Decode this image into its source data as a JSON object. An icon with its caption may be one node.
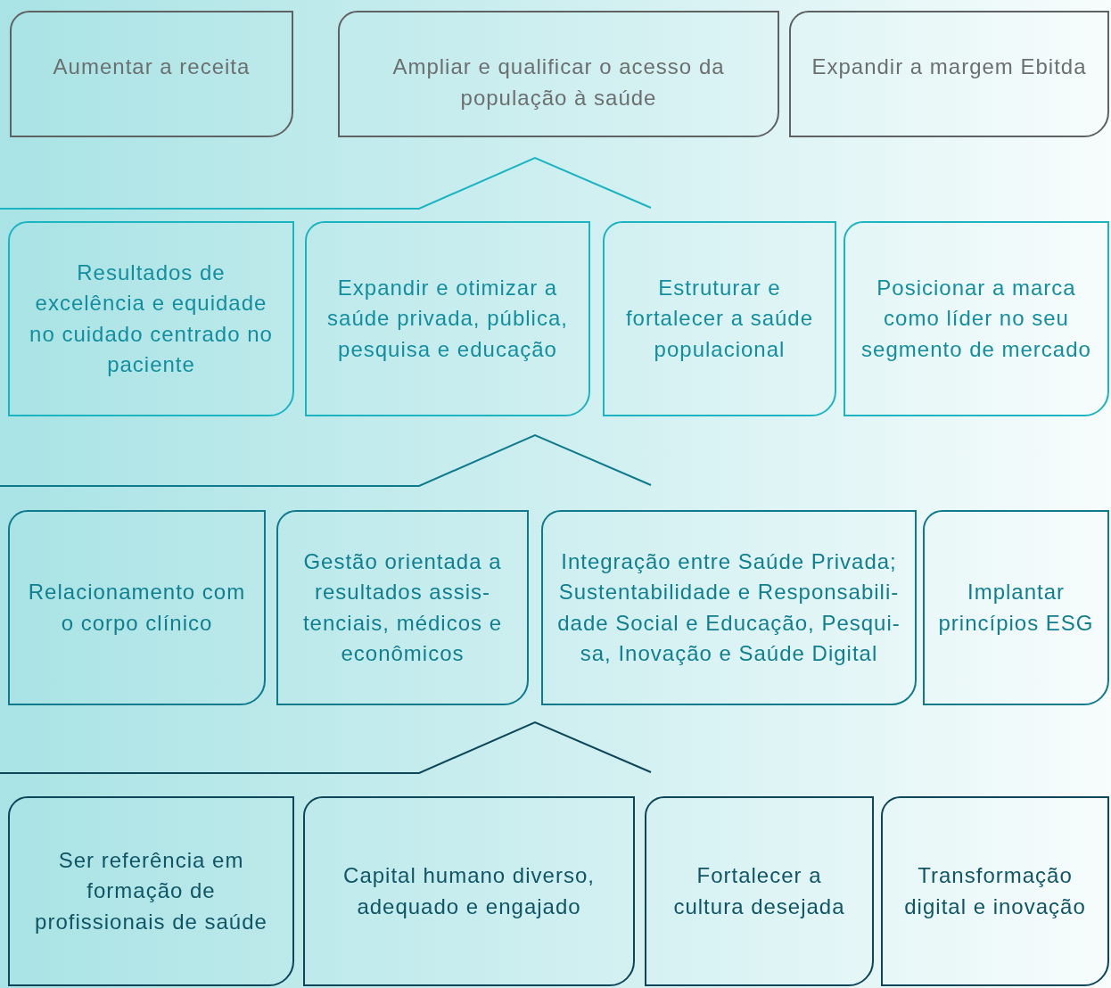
{
  "diagram": {
    "nodes": [
      {
        "text": [
          "Aumentar a receita"
        ]
      },
      {
        "text": [
          "Ampliar e qualificar o acesso da população à saúde"
        ]
      },
      {
        "text": [
          "Expandir a margem Ebitda"
        ]
      },
      {
        "text": [
          "Resultados de excelência e equidade no cuidado centrado no paciente"
        ]
      },
      {
        "text": [
          "Expandir e otimizar a saúde privada, pública, pesquisa e educação"
        ]
      },
      {
        "text": [
          "Estruturar e fortalecer a saúde populacional"
        ]
      },
      {
        "text": [
          "Posicionar a marca como líder no seu segmento de mercado"
        ]
      },
      {
        "text": [
          "Relacionamento com o corpo clínico"
        ]
      },
      {
        "text": [
          "Gestão orientada a resultados assis- tenciais, médicos e econômicos"
        ]
      },
      {
        "text": [
          "Integração entre Saúde Privada; Sustentabilidade e Responsabili- dade Social e Educação, Pesqui- sa, Inovação e Saúde Digital"
        ]
      },
      {
        "text": [
          "Implantar princípios ESG"
        ]
      },
      {
        "text": [
          "Ser referência em formação de profissionais de saúde"
        ]
      },
      {
        "text": [
          "Capital humano diverso, adequado e engajado"
        ]
      },
      {
        "text": [
          "Fortalecer a cultura desejada"
        ]
      },
      {
        "text": [
          "Transformação digital e inovação"
        ]
      }
    ],
    "edges": []
  }
}
